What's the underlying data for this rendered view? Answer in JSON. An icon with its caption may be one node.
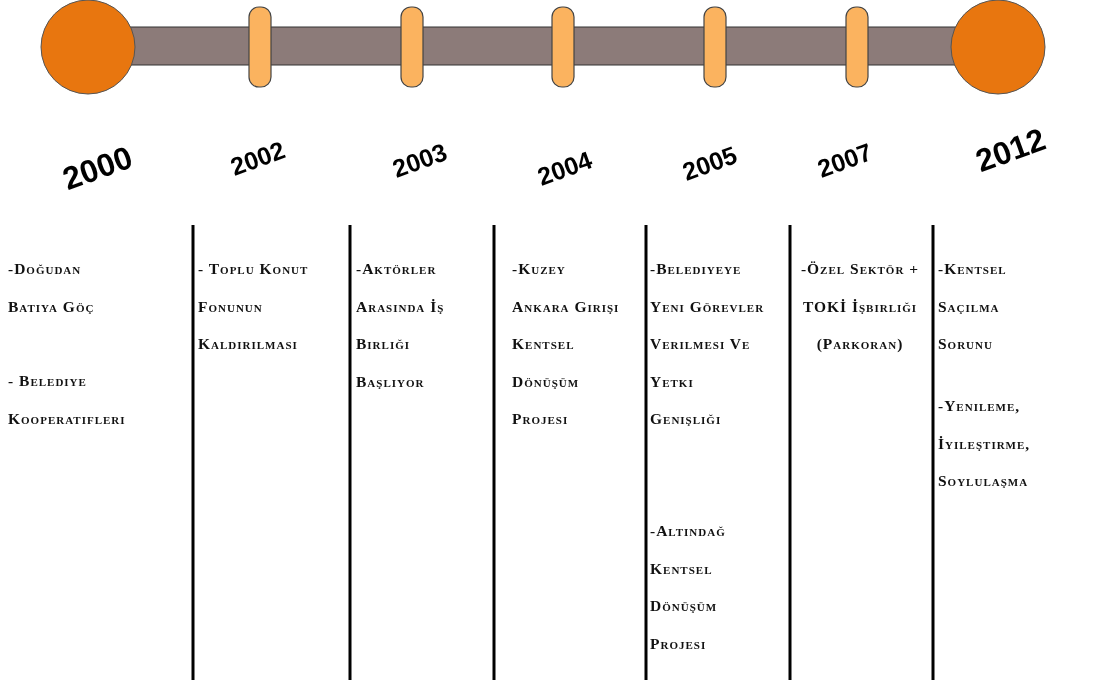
{
  "diagram": {
    "labels": [
      "2000",
      "2002",
      "2003",
      "2004",
      "2005",
      "2007",
      "2012",
      "-Doğudan Batıya Göç",
      "- Belediye Kooperatifleri",
      "- Toplu Konut Fonunun Kaldırılması",
      "-Aktörler Arasında İş Birliği Başlıyor",
      "-Kuzey Ankara Girişi Kentsel Dönüşüm Projesi",
      "-Belediyeye Yeni Görevler Verilmesi Ve Yetki Genişliği",
      "-Altındağ Kentsel Dönüşüm Projesi",
      "-Özel Sektör + TOKİ İşbirliği (Parkoran)",
      "-Kentsel Saçılma Sorunu",
      "-Yenileme, İyileştirme, Soylulaşma"
    ]
  }
}
